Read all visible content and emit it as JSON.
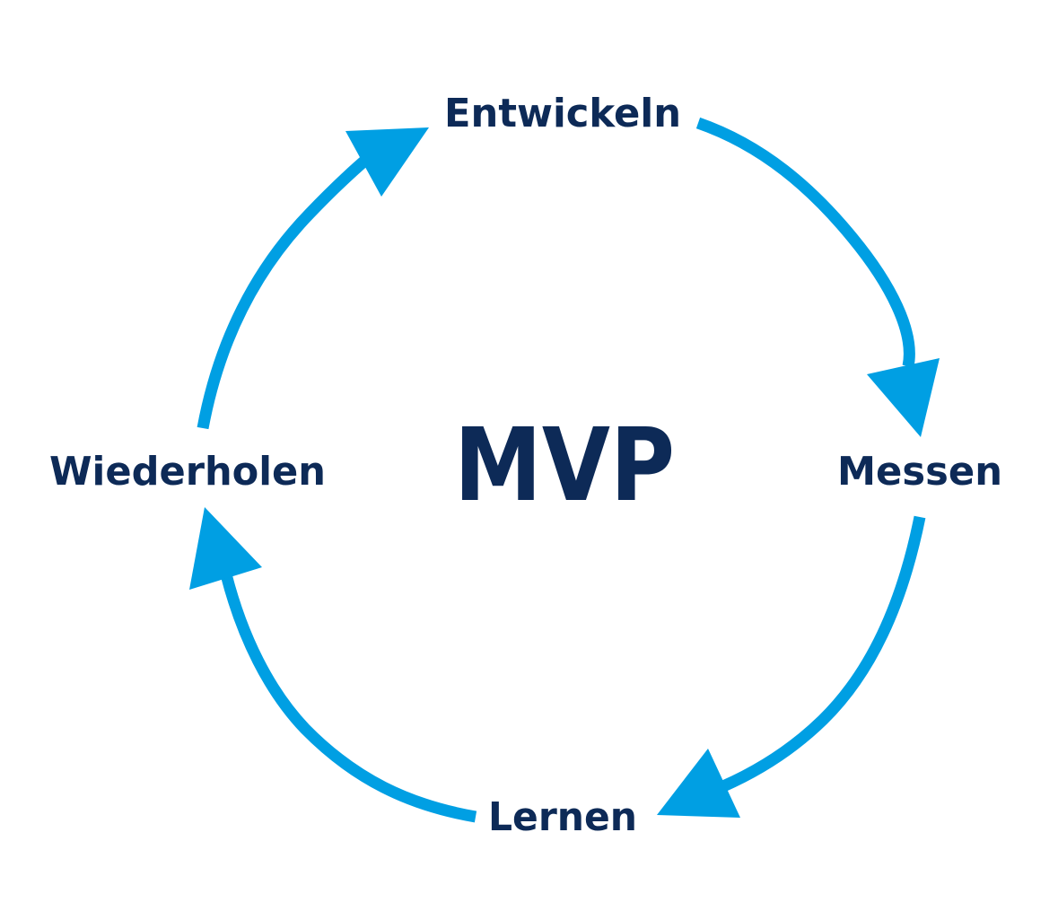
{
  "diagram": {
    "center": "MVP",
    "nodes": {
      "top": "Entwickeln",
      "right": "Messen",
      "bottom": "Lernen",
      "left": "Wiederholen"
    },
    "colors": {
      "text": "#0d2a57",
      "arrow": "#009fe3"
    }
  }
}
